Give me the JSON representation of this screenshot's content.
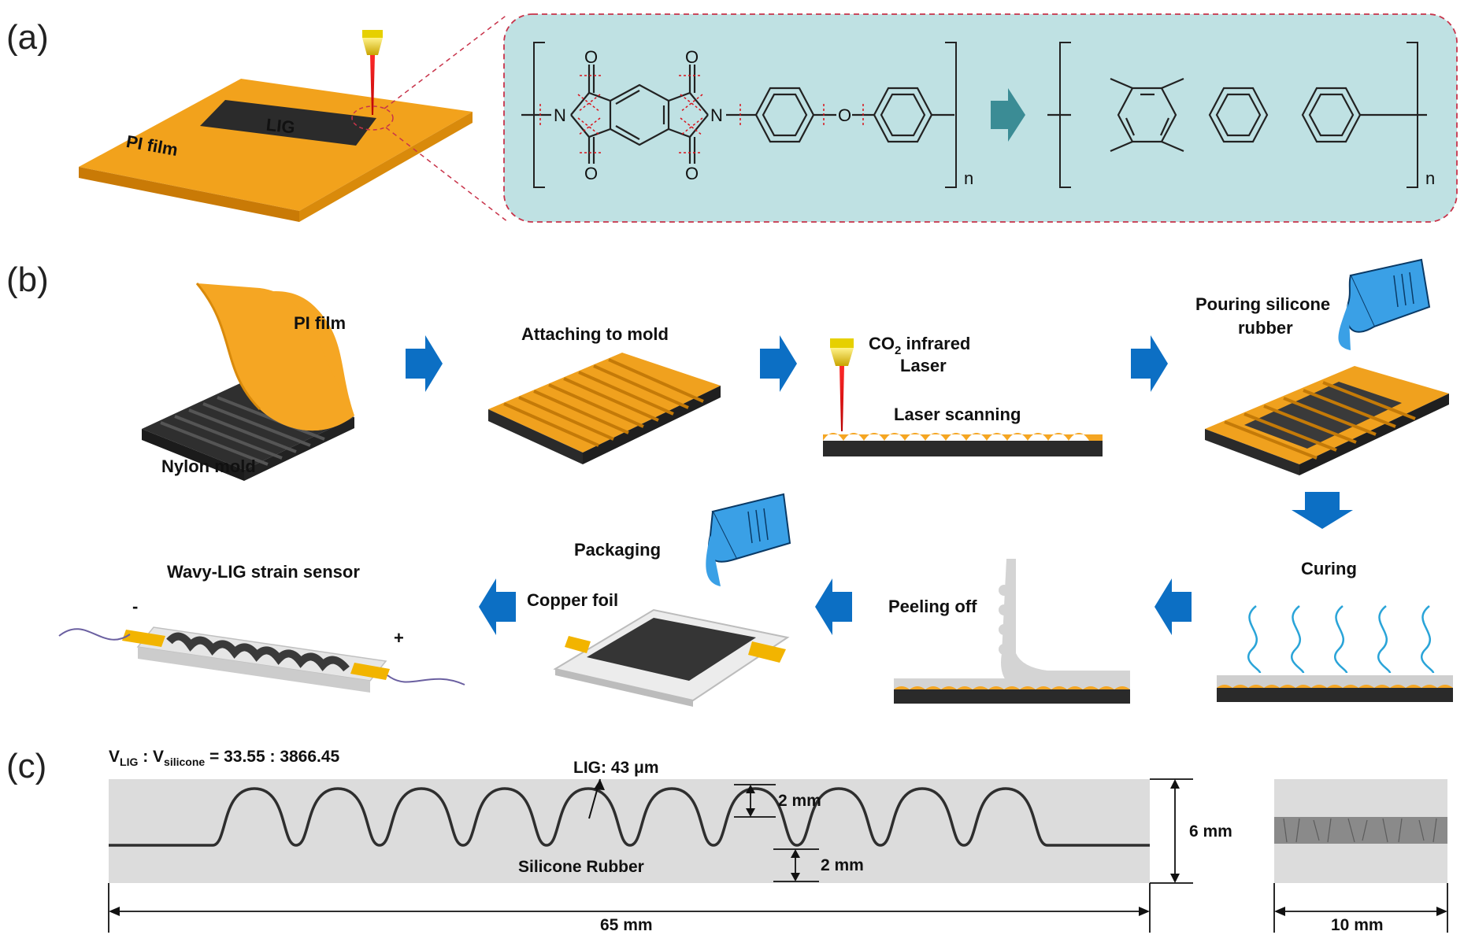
{
  "panels": {
    "a": {
      "letter": "(a)",
      "lig_label": "LIG",
      "film_label": "PI film",
      "chem": {
        "N": "N",
        "O": "O",
        "n": "n"
      }
    },
    "b": {
      "letter": "(b)",
      "steps": {
        "pi_film": "PI film",
        "nylon_mold": "Nylon mold",
        "attaching": "Attaching to mold",
        "laser_line1": "CO",
        "laser_sub": "2",
        "laser_line1b": " infrared",
        "laser_line2": "Laser",
        "laser_scanning": "Laser scanning",
        "pouring_line1": "Pouring silicone",
        "pouring_line2": "rubber",
        "curing": "Curing",
        "peeling": "Peeling off",
        "packaging": "Packaging",
        "copper": "Copper foil",
        "sensor": "Wavy-LIG strain sensor",
        "minus": "-",
        "plus": "+"
      }
    },
    "c": {
      "letter": "(c)",
      "ratio": {
        "v": "V",
        "sub1": "LIG",
        "colon": " : V",
        "sub2": "silicone",
        "value": " = 33.55 : 3866.45"
      },
      "lig_thickness": "LIG: 43 μm",
      "amp_top": "2 mm",
      "amp_bottom": "2 mm",
      "height": "6 mm",
      "length": "65 mm",
      "width": "10 mm",
      "material": "Silicone Rubber"
    }
  },
  "colors": {
    "orange": "#f5a623",
    "dark": "#3a3a3a",
    "arrow_blue": "#0c6fc4",
    "teal_arrow": "#3b8c95",
    "chem_bg": "#bfe1e3",
    "dash_red": "#c8334a",
    "laser_red": "#d8121b",
    "silicone_gray": "#d9d9d9",
    "curing_wave": "#2aa4d8"
  }
}
